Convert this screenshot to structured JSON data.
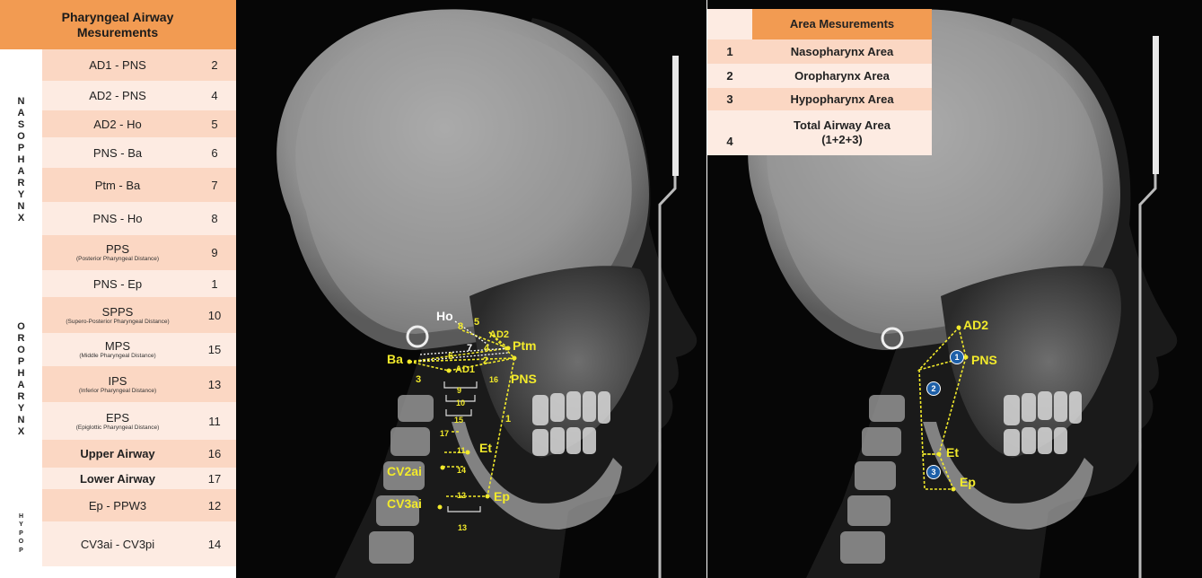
{
  "left_table": {
    "header": "Pharyngeal Airway Mesurements",
    "groups": {
      "nasopharynx": [
        "N",
        "A",
        "S",
        "O",
        "P",
        "H",
        "A",
        "R",
        "Y",
        "N",
        "X"
      ],
      "oropharynx": [
        "O",
        "R",
        "O",
        "P",
        "H",
        "A",
        "R",
        "Y",
        "N",
        "X"
      ],
      "hypopharynx": [
        "H",
        "Y",
        "P",
        "O",
        "P"
      ]
    },
    "rows": [
      {
        "label": "AD1 - PNS",
        "sub": "",
        "num": "2"
      },
      {
        "label": "AD2 - PNS",
        "sub": "",
        "num": "4"
      },
      {
        "label": "AD2 - Ho",
        "sub": "",
        "num": "5"
      },
      {
        "label": "PNS - Ba",
        "sub": "",
        "num": "6"
      },
      {
        "label": "Ptm - Ba",
        "sub": "",
        "num": "7"
      },
      {
        "label": "PNS - Ho",
        "sub": "",
        "num": "8"
      },
      {
        "label": "PPS",
        "sub": "(Posterior Pharyngeal Distance)",
        "num": "9"
      },
      {
        "label": "PNS - Ep",
        "sub": "",
        "num": "1"
      },
      {
        "label": "SPPS",
        "sub": "(Supero-Posterior Pharyngeal Distance)",
        "num": "10"
      },
      {
        "label": "MPS",
        "sub": "(Middle Pharyngeal Distance)",
        "num": "15"
      },
      {
        "label": "IPS",
        "sub": "(Inferior Pharyngeal Distance)",
        "num": "13"
      },
      {
        "label": "EPS",
        "sub": "(Epiglottic Pharyngeal Distance)",
        "num": "11"
      },
      {
        "label": "Upper Airway",
        "sub": "",
        "num": "16"
      },
      {
        "label": "Lower Airway",
        "sub": "",
        "num": "17"
      },
      {
        "label": "Ep - PPW3",
        "sub": "",
        "num": "12"
      },
      {
        "label": "CV3ai - CV3pi",
        "sub": "",
        "num": "14"
      }
    ]
  },
  "area_table": {
    "header": "Area Mesurements",
    "rows": [
      {
        "n": "1",
        "label": "Nasopharynx Area"
      },
      {
        "n": "2",
        "label": "Oropharynx Area"
      },
      {
        "n": "3",
        "label": "Hypopharynx Area"
      },
      {
        "n": "4",
        "label": "Total Airway Area",
        "label2": "(1+2+3)"
      }
    ]
  },
  "left_xray_labels": {
    "Ho": "Ho",
    "AD2": "AD2",
    "Ptm": "Ptm",
    "Ba": "Ba",
    "AD1": "AD1",
    "PNS": "PNS",
    "Et": "Et",
    "CV2ai": "CV2ai",
    "CV3ai": "CV3ai",
    "Ep": "Ep",
    "n8": "8",
    "n5": "5",
    "n7": "7",
    "n4": "4",
    "n6": "6",
    "n2": "2",
    "n3": "3",
    "n16": "16",
    "n9": "9",
    "n10": "10",
    "n15": "15",
    "n17": "17",
    "n1": "1",
    "n11": "11",
    "n14": "14",
    "n12": "12",
    "n13": "13"
  },
  "right_xray_labels": {
    "AD2": "AD2",
    "PNS": "PNS",
    "Et": "Et",
    "Ep": "Ep",
    "area1": "1",
    "area2": "2",
    "area3": "3"
  },
  "colors": {
    "table_header": "#f29b52",
    "row_shade_a": "#fbd7c3",
    "row_shade_b": "#fdebe2",
    "landmark": "#f2ea2b",
    "area_marker": "#1d5fa8"
  }
}
